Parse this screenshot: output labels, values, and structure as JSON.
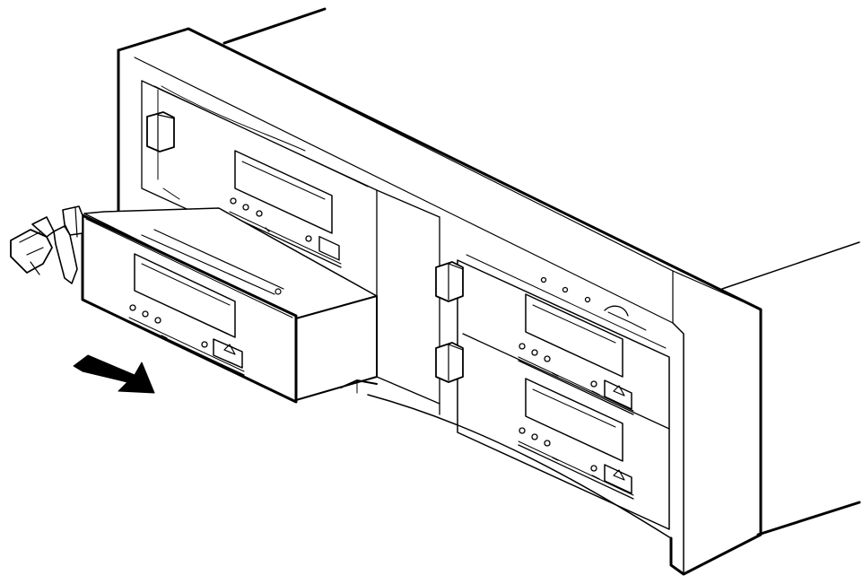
{
  "figure": {
    "title": "",
    "labels": []
  },
  "colors": {
    "line": "#000000",
    "background": "#ffffff",
    "arrow": "#000000"
  },
  "components": {
    "enclosure": "rack-enclosure",
    "drives_installed": 3,
    "drive_being_inserted": 1,
    "insert_direction": "right"
  }
}
